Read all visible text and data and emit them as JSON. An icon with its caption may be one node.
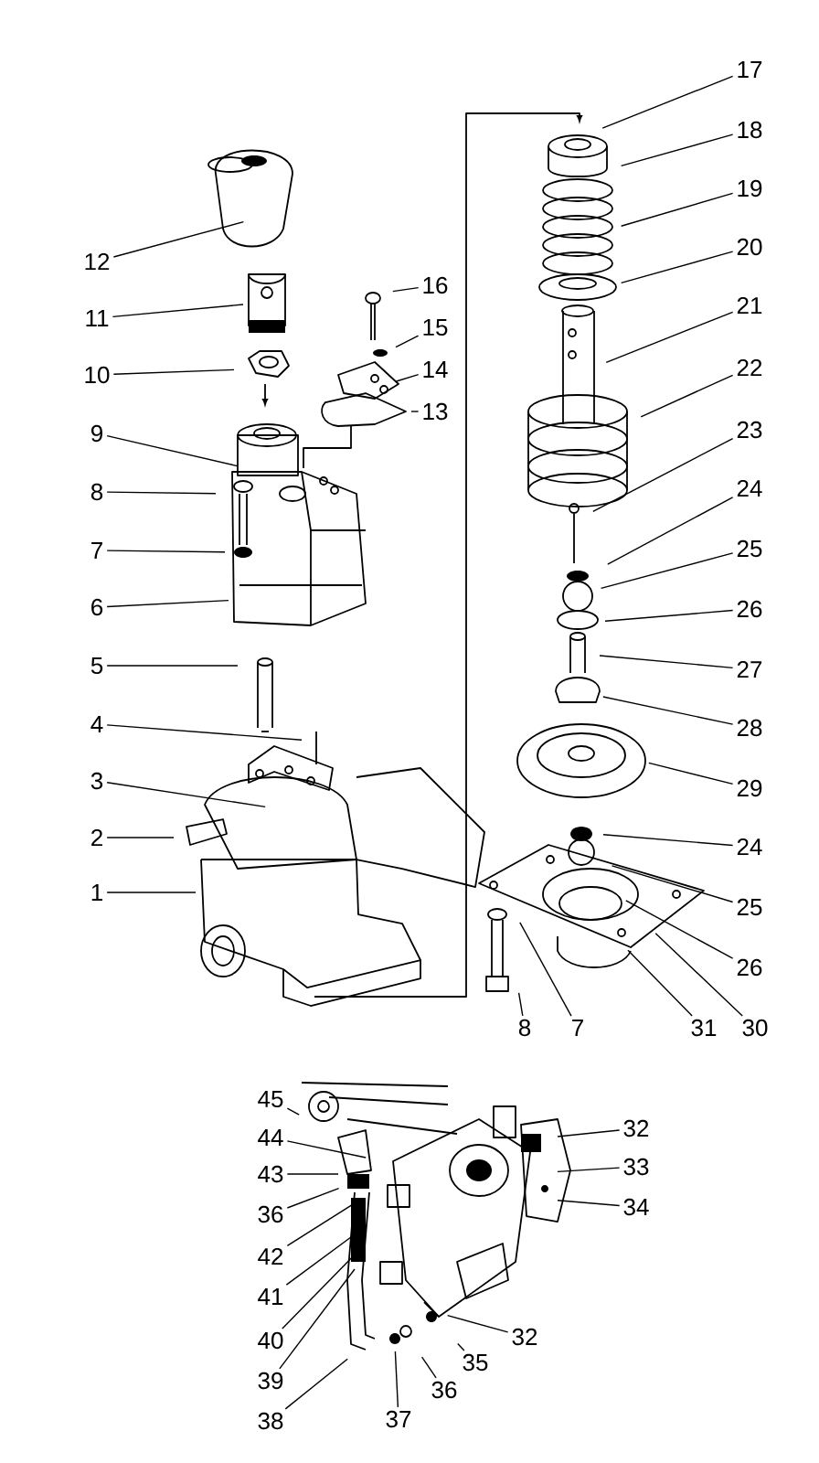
{
  "diagram": {
    "nodes": [
      {
        "text": [
          "17"
        ]
      },
      {
        "text": [
          "18"
        ]
      },
      {
        "text": [
          "19"
        ]
      },
      {
        "text": [
          "20"
        ]
      },
      {
        "text": [
          "12"
        ]
      },
      {
        "text": [
          "21"
        ]
      },
      {
        "text": [
          "16"
        ]
      },
      {
        "text": [
          "11"
        ]
      },
      {
        "text": [
          "15"
        ]
      },
      {
        "text": [
          "22"
        ]
      },
      {
        "text": [
          "14"
        ]
      },
      {
        "text": [
          "10"
        ]
      },
      {
        "text": [
          "13"
        ]
      },
      {
        "text": [
          "9"
        ]
      },
      {
        "text": [
          "23"
        ]
      },
      {
        "text": [
          "8"
        ]
      },
      {
        "text": [
          "24"
        ]
      },
      {
        "text": [
          "7"
        ]
      },
      {
        "text": [
          "25"
        ]
      },
      {
        "text": [
          "6"
        ]
      },
      {
        "text": [
          "26"
        ]
      },
      {
        "text": [
          "5"
        ]
      },
      {
        "text": [
          "27"
        ]
      },
      {
        "text": [
          "4"
        ]
      },
      {
        "text": [
          "28"
        ]
      },
      {
        "text": [
          "3"
        ]
      },
      {
        "text": [
          "29"
        ]
      },
      {
        "text": [
          "2"
        ]
      },
      {
        "text": [
          "24"
        ]
      },
      {
        "text": [
          "1"
        ]
      },
      {
        "text": [
          "25"
        ]
      },
      {
        "text": [
          "26"
        ]
      },
      {
        "text": [
          "8"
        ]
      },
      {
        "text": [
          "7"
        ]
      },
      {
        "text": [
          "31"
        ]
      },
      {
        "text": [
          "30"
        ]
      },
      {
        "text": [
          "45"
        ]
      },
      {
        "text": [
          "32"
        ]
      },
      {
        "text": [
          "44"
        ]
      },
      {
        "text": [
          "33"
        ]
      },
      {
        "text": [
          "43"
        ]
      },
      {
        "text": [
          "34"
        ]
      },
      {
        "text": [
          "36"
        ]
      },
      {
        "text": [
          "42"
        ]
      },
      {
        "text": [
          "41"
        ]
      },
      {
        "text": [
          "32"
        ]
      },
      {
        "text": [
          "40"
        ]
      },
      {
        "text": [
          "35"
        ]
      },
      {
        "text": [
          "39"
        ]
      },
      {
        "text": [
          "36"
        ]
      },
      {
        "text": [
          "37"
        ]
      },
      {
        "text": [
          "38"
        ]
      }
    ],
    "edges": [
      {
        "from": 0,
        "to": null,
        "arrow": "none"
      },
      {
        "from": 1,
        "to": null,
        "arrow": "none"
      },
      {
        "from": 2,
        "to": null,
        "arrow": "none"
      },
      {
        "from": 3,
        "to": null,
        "arrow": "none"
      },
      {
        "from": 4,
        "to": null,
        "arrow": "none"
      },
      {
        "from": 5,
        "to": null,
        "arrow": "none"
      },
      {
        "from": 6,
        "to": null,
        "arrow": "none"
      },
      {
        "from": 7,
        "to": null,
        "arrow": "none"
      },
      {
        "from": 8,
        "to": null,
        "arrow": "none"
      },
      {
        "from": 9,
        "to": null,
        "arrow": "none"
      },
      {
        "from": 10,
        "to": null,
        "arrow": "none"
      },
      {
        "from": 11,
        "to": null,
        "arrow": "none"
      },
      {
        "from": 12,
        "to": null,
        "arrow": "none"
      },
      {
        "from": 13,
        "to": null,
        "arrow": "none"
      },
      {
        "from": 14,
        "to": null,
        "arrow": "none"
      },
      {
        "from": 15,
        "to": null,
        "arrow": "none"
      },
      {
        "from": 16,
        "to": null,
        "arrow": "none"
      },
      {
        "from": 17,
        "to": null,
        "arrow": "none"
      },
      {
        "from": 18,
        "to": null,
        "arrow": "none"
      },
      {
        "from": 19,
        "to": null,
        "arrow": "none"
      },
      {
        "from": 20,
        "to": null,
        "arrow": "none"
      },
      {
        "from": 21,
        "to": null,
        "arrow": "none"
      },
      {
        "from": 22,
        "to": null,
        "arrow": "none"
      },
      {
        "from": 23,
        "to": null,
        "arrow": "none"
      },
      {
        "from": 24,
        "to": null,
        "arrow": "none"
      },
      {
        "from": 25,
        "to": null,
        "arrow": "none"
      },
      {
        "from": 26,
        "to": null,
        "arrow": "none"
      },
      {
        "from": 27,
        "to": null,
        "arrow": "none"
      },
      {
        "from": 28,
        "to": null,
        "arrow": "none"
      },
      {
        "from": 29,
        "to": null,
        "arrow": "none"
      },
      {
        "from": 30,
        "to": null,
        "arrow": "none"
      },
      {
        "from": 31,
        "to": null,
        "arrow": "none"
      },
      {
        "from": 32,
        "to": null,
        "arrow": "none"
      },
      {
        "from": 33,
        "to": null,
        "arrow": "none"
      },
      {
        "from": 34,
        "to": null,
        "arrow": "none"
      },
      {
        "from": 35,
        "to": null,
        "arrow": "none"
      },
      {
        "from": 36,
        "to": null,
        "arrow": "none"
      },
      {
        "from": 37,
        "to": null,
        "arrow": "none"
      },
      {
        "from": 38,
        "to": null,
        "arrow": "none"
      },
      {
        "from": 39,
        "to": null,
        "arrow": "none"
      },
      {
        "from": 40,
        "to": null,
        "arrow": "none"
      },
      {
        "from": 41,
        "to": null,
        "arrow": "none"
      },
      {
        "from": 42,
        "to": null,
        "arrow": "none"
      },
      {
        "from": 43,
        "to": null,
        "arrow": "none"
      },
      {
        "from": 44,
        "to": null,
        "arrow": "none"
      },
      {
        "from": 45,
        "to": null,
        "arrow": "none"
      },
      {
        "from": 46,
        "to": null,
        "arrow": "none"
      },
      {
        "from": 47,
        "to": null,
        "arrow": "none"
      },
      {
        "from": 48,
        "to": null,
        "arrow": "none"
      },
      {
        "from": 49,
        "to": null,
        "arrow": "none"
      },
      {
        "from": 50,
        "to": null,
        "arrow": "none"
      },
      {
        "from": 51,
        "to": null,
        "arrow": "none"
      }
    ]
  }
}
